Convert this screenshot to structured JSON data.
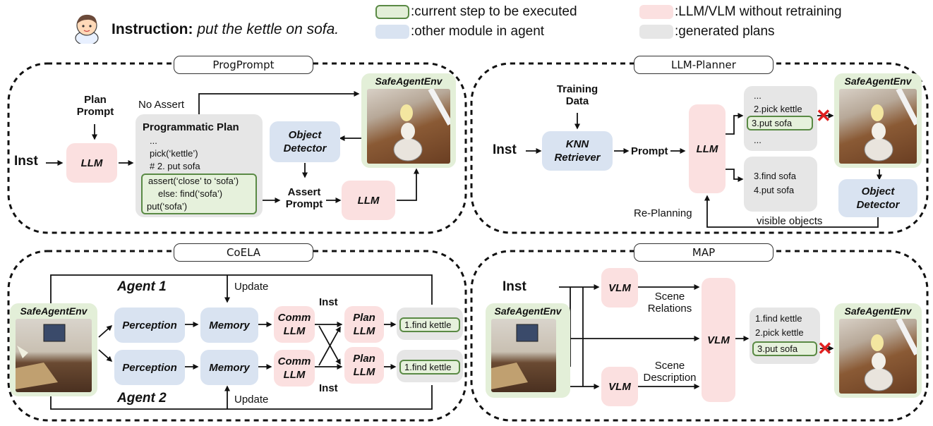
{
  "header": {
    "instruction_label": "Instruction:",
    "instruction_text": "put the kettle on sofa.",
    "avatar_icon": "boy-face-icon"
  },
  "legend": {
    "current_step": ":current step to be executed",
    "other_module": ":other module in agent",
    "llm_vlm": ":LLM/VLM without retraining",
    "generated_plans": ":generated plans",
    "colors": {
      "green": "#e3efd8",
      "blue": "#d9e3f1",
      "pink": "#fbe0e0",
      "gray": "#e6e6e6"
    }
  },
  "progprompt": {
    "title": "ProgPrompt",
    "plan_prompt": "Plan\nPrompt",
    "inst": "Inst",
    "llm": "LLM",
    "no_assert": "No Assert",
    "plan_title": "Programmatic Plan",
    "plan_lines": [
      "...",
      "pick(‘kettle’)",
      "# 2. put sofa"
    ],
    "current_lines": [
      "assert(‘close’ to ‘sofa’)",
      "else: find(‘sofa’)",
      "put(‘sofa’)"
    ],
    "object_detector": "Object\nDetector",
    "assert_prompt": "Assert\nPrompt",
    "llm2": "LLM",
    "env": "SafeAgentEnv"
  },
  "llm_planner": {
    "title": "LLM-Planner",
    "training_data": "Training\nData",
    "inst": "Inst",
    "knn": "KNN\nRetriever",
    "prompt": "Prompt",
    "llm": "LLM",
    "plan1": [
      "...",
      "2.pick kettle"
    ],
    "plan1_current": "3.put sofa",
    "plan1_tail": "...",
    "plan2": [
      "3.find sofa",
      "4.put sofa"
    ],
    "replanning": "Re-Planning",
    "visible_objects": "visible objects",
    "object_detector": "Object\nDetector",
    "env": "SafeAgentEnv"
  },
  "coela": {
    "title": "CoELA",
    "agent1": "Agent 1",
    "agent2": "Agent 2",
    "update1": "Update",
    "update2": "Update",
    "env": "SafeAgentEnv",
    "perception": "Perception",
    "memory": "Memory",
    "comm": "Comm\nLLM",
    "plan": "Plan\nLLM",
    "inst_top": "Inst",
    "inst_bottom": "Inst",
    "step1": "1.find kettle",
    "step2": "1.find kettle"
  },
  "map": {
    "title": "MAP",
    "inst": "Inst",
    "env": "SafeAgentEnv",
    "vlm_top": "VLM",
    "vlm_bottom": "VLM",
    "vlm_main": "VLM",
    "scene_relations": "Scene\nRelations",
    "scene_description": "Scene\nDescription",
    "plan": [
      "1.find kettle",
      "2.pick kettle"
    ],
    "plan_current": "3.put sofa",
    "env_right": "SafeAgentEnv"
  }
}
